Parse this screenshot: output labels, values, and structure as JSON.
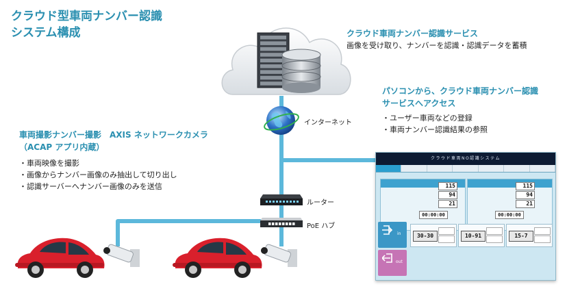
{
  "title": {
    "line1": "クラウド型車両ナンバー認識",
    "line2": "システム構成"
  },
  "cloud_service": {
    "heading": "クラウド車両ナンバー認識サービス",
    "desc": "画像を受け取り、ナンバーを認識・認識データを蓄積"
  },
  "pc_access": {
    "heading_line1": "パソコンから、クラウド車両ナンバー認識",
    "heading_line2": "サービスへアクセス",
    "items": [
      "ユーザー車両などの登録",
      "車両ナンバー認識結果の参照"
    ]
  },
  "camera": {
    "heading_line1": "車両撮影ナンバー撮影　AXIS ネットワークカメラ",
    "heading_line2": "（ACAP アプリ内蔵）",
    "items": [
      "車両映像を撮影",
      "画像からナンバー画像のみ抽出して切り出し",
      "認識サーバーへナンバー画像のみを送信"
    ]
  },
  "labels": {
    "internet": "インターネット",
    "router": "ルーター",
    "hub": "PoE ハブ"
  },
  "screen": {
    "header": "クラウド車両NO認識システム",
    "left_panel": {
      "values": [
        "115",
        "94",
        "21"
      ],
      "time": "00:00:00"
    },
    "right_panel": {
      "values": [
        "115",
        "94",
        "21"
      ],
      "time": "00:00:00"
    },
    "in_label": "in",
    "out_label": "out",
    "plates": [
      "30-30",
      "10-91",
      "15-7"
    ]
  },
  "colors": {
    "accent": "#2a8fb0",
    "link": "#5cb8db",
    "car": "#d9202c"
  }
}
